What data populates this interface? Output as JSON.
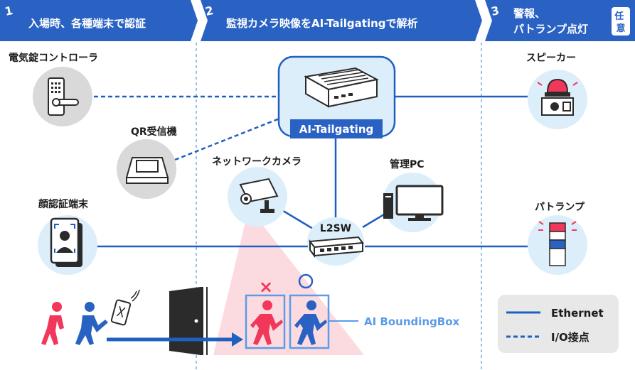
{
  "colors": {
    "header_blue": "#2a62c3",
    "line_blue": "#1f5fbf",
    "circle_gray": "#d9d9d9",
    "circle_light": "#ddeefb",
    "red": "#f2385a",
    "pink_zone": "#fbd7dd",
    "bbox_blue": "#5a9ce8"
  },
  "headers": [
    {
      "num": "1",
      "title": "入場時、各種端末で認証"
    },
    {
      "num": "2",
      "title": "監視カメラ映像をAI-Tailgatingで解析"
    },
    {
      "num": "3",
      "title_line1": "警報、",
      "title_line2": "パトランプ点灯",
      "optional_label": "任意"
    }
  ],
  "devices": {
    "lock_controller": "電気錠コントローラ",
    "qr_reader": "QR受信機",
    "face_terminal": "顔認証端末",
    "network_camera": "ネットワークカメラ",
    "ai_tailgating": "AI-Tailgating",
    "management_pc": "管理PC",
    "l2sw": "L2SW",
    "speaker": "スピーカー",
    "patlamp": "パトランプ"
  },
  "bbox_label": "AI BoundingBox",
  "marks": {
    "ng": "×"
  },
  "legend": {
    "ethernet": "Ethernet",
    "io": "I/O接点"
  }
}
